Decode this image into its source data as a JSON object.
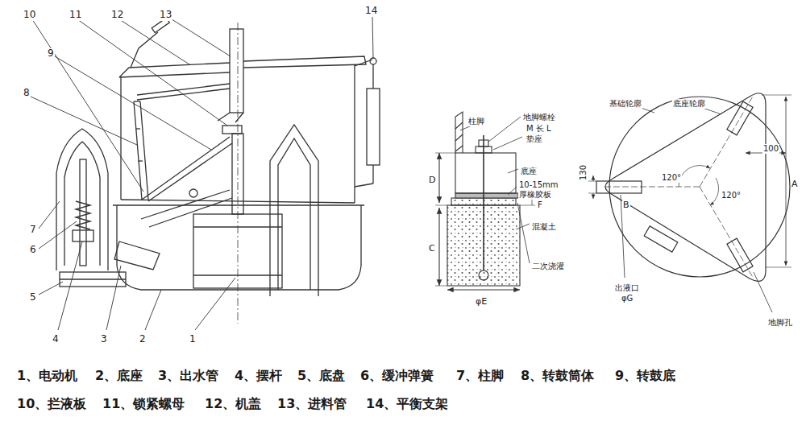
{
  "diagram": {
    "labels": [
      "10",
      "11",
      "12",
      "13",
      "14",
      "9",
      "8",
      "7",
      "6",
      "5",
      "4",
      "3",
      "2",
      "1",
      "柱脚",
      "地脚螺栓",
      "M 长 L",
      "垫座",
      "底座",
      "10-15mm",
      "厚橡胶板",
      "D",
      "C",
      "F",
      "混凝土",
      "二次浇灌",
      "φE",
      "基础轮廓",
      "底座轮廓",
      "100",
      "120°",
      "120°",
      "130",
      "B",
      "A",
      "出液口",
      "φG",
      "地脚孔",
      "1、电动机",
      "2、底座",
      "3、出水管",
      "4、摆杆",
      "5、底盘",
      "6、缓冲弹簧",
      "7、柱脚",
      "8、转鼓筒体",
      "9、转鼓底",
      "10、拦液板",
      "11、锁紧螺母",
      "12、机盖",
      "13、进料管",
      "14、平衡支架"
    ]
  }
}
